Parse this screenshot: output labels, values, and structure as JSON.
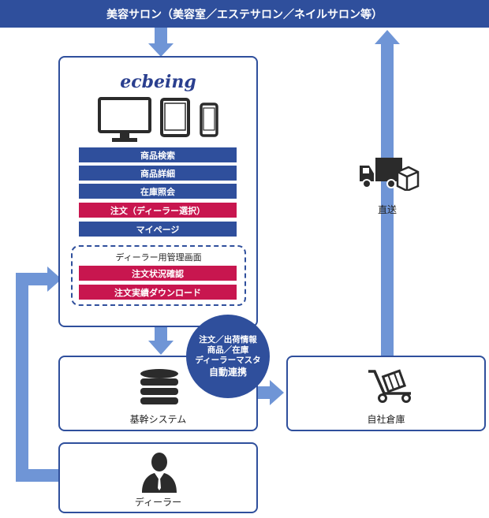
{
  "banner": {
    "title": "美容サロン（美容室／エステサロン／ネイルサロン等）"
  },
  "ecbeing": {
    "logo": "ecbeing",
    "devices": [
      "monitor-icon",
      "tablet-icon",
      "smartphone-icon"
    ],
    "menu": [
      {
        "label": "商品検索",
        "color": "#2f4f9c"
      },
      {
        "label": "商品詳細",
        "color": "#2f4f9c"
      },
      {
        "label": "在庫照会",
        "color": "#2f4f9c"
      },
      {
        "label": "注文（ディーラー選択）",
        "color": "#c8164f"
      },
      {
        "label": "マイページ",
        "color": "#2f4f9c"
      }
    ],
    "dealer_admin": {
      "title": "ディーラー用管理画面",
      "items": [
        {
          "label": "注文状況確認",
          "color": "#c8164f"
        },
        {
          "label": "注文実績ダウンロード",
          "color": "#c8164f"
        }
      ]
    }
  },
  "sync_circle": {
    "lines": [
      "注文／出荷情報",
      "商品／在庫",
      "ディーラーマスタ",
      "自動連携"
    ]
  },
  "core_system": {
    "label": "基幹システム",
    "icon": "database-icon"
  },
  "warehouse": {
    "label": "自社倉庫",
    "icon": "hand-truck-icon"
  },
  "direct_ship": {
    "label": "直送",
    "icon": "delivery-truck-icon"
  },
  "dealer": {
    "label": "ディーラー",
    "icon": "businessman-icon"
  },
  "colors": {
    "primary": "#2f4f9c",
    "accent": "#c8164f",
    "arrow": "#6f95d6"
  }
}
